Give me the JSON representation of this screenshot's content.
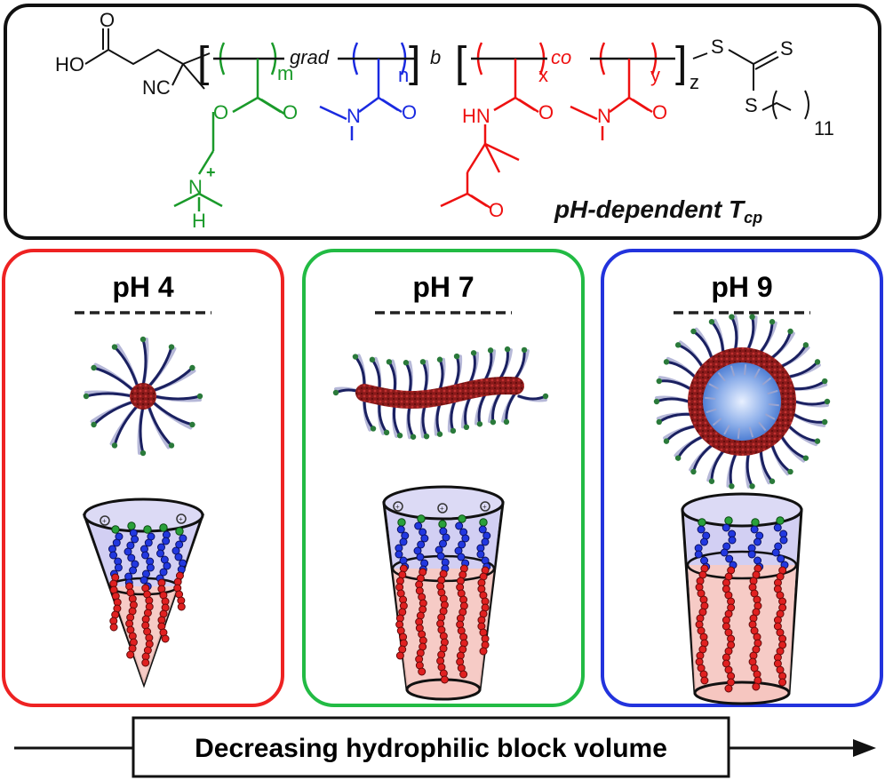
{
  "polymer": {
    "end_group_acid": "HO",
    "acid_o": "O",
    "nitrile": "NC",
    "block1_m": "m",
    "grad_label": "grad",
    "block1_n": "n",
    "b_label": "b",
    "block2_x": "x",
    "co_label": "co",
    "block2_y": "y",
    "block2_z": "z",
    "sulfur": "S",
    "chain_length": "11",
    "oxygen": "O",
    "nitrogen": "N",
    "hn": "HN",
    "n_plus": "+",
    "hydrogen": "H",
    "tcp_main": "pH-dependent T",
    "tcp_sub": "cp"
  },
  "panels": [
    {
      "label": "pH 4",
      "color": "#ee2222",
      "morphology": "spherical micelle",
      "shape": "cone"
    },
    {
      "label": "pH 7",
      "color": "#22bb44",
      "morphology": "worm-like micelle",
      "shape": "truncated cone"
    },
    {
      "label": "pH 9",
      "color": "#2233dd",
      "morphology": "vesicle",
      "shape": "cylinder"
    }
  ],
  "arrow": {
    "label": "Decreasing hydrophilic block volume"
  },
  "colors": {
    "green": "#1a9a2a",
    "blue": "#1a2ae0",
    "red": "#ee1111",
    "black": "#111111"
  }
}
